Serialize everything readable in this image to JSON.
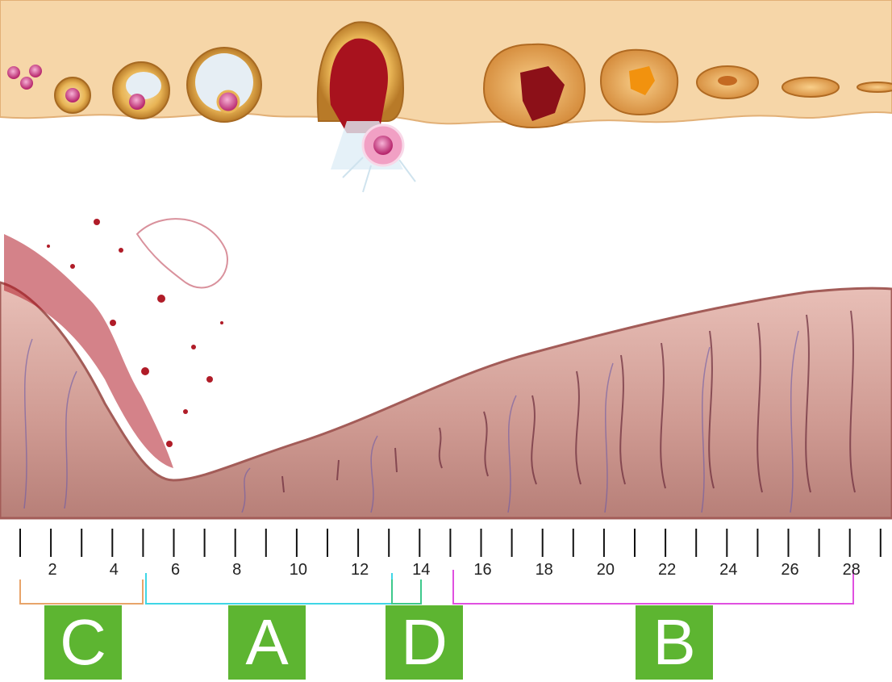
{
  "timeline": {
    "tick_labels": [
      "2",
      "4",
      "6",
      "8",
      "10",
      "12",
      "14",
      "16",
      "18",
      "20",
      "22",
      "24",
      "26",
      "28"
    ]
  },
  "phases": [
    {
      "letter": "C",
      "color": "#e8a46a"
    },
    {
      "letter": "A",
      "color": "#3fd6e6"
    },
    {
      "letter": "D",
      "color": "#3ec98c"
    },
    {
      "letter": "B",
      "color": "#e050e0"
    }
  ],
  "colors": {
    "phase_box": "#5db531",
    "ovary_band": "#f6d6a8",
    "endometrium": "#cf9a92",
    "blood": "#b01c28"
  }
}
